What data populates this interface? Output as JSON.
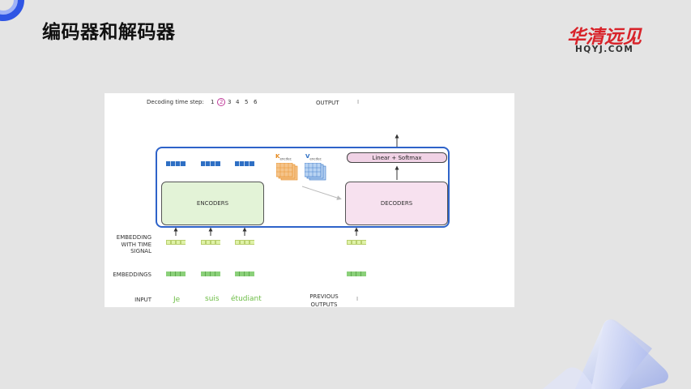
{
  "header": {
    "title": "编码器和解码器",
    "brand_name": "华清远见",
    "brand_url": "HQYJ.COM"
  },
  "diagram": {
    "decoding_label": "Decoding time step:",
    "steps": [
      "1",
      "2",
      "3",
      "4",
      "5",
      "6"
    ],
    "active_step": "2",
    "output_label": "OUTPUT",
    "output_value": "I",
    "linear_softmax": "Linear + Softmax",
    "encoders": "ENCODERS",
    "decoders": "DECODERS",
    "k_letter": "K",
    "k_sub": "encdec",
    "v_letter": "V",
    "v_sub": "encdec",
    "row_labels": {
      "embedding_time_1": "EMBEDDING",
      "embedding_time_2": "WITH TIME",
      "embedding_time_3": "SIGNAL",
      "embeddings": "EMBEDDINGS",
      "input": "INPUT",
      "previous_1": "PREVIOUS",
      "previous_2": "OUTPUTS"
    },
    "input_words": [
      "Je",
      "suis",
      "étudiant"
    ],
    "previous_output": "I",
    "colors": {
      "encoder_vector": "#2e6fc4",
      "embedding": "#8bd07a",
      "time_signal": "#dff2a8",
      "k_color": "#e58a1f",
      "v_color": "#2e6fc4",
      "step_highlight": "#c03c9a"
    }
  }
}
